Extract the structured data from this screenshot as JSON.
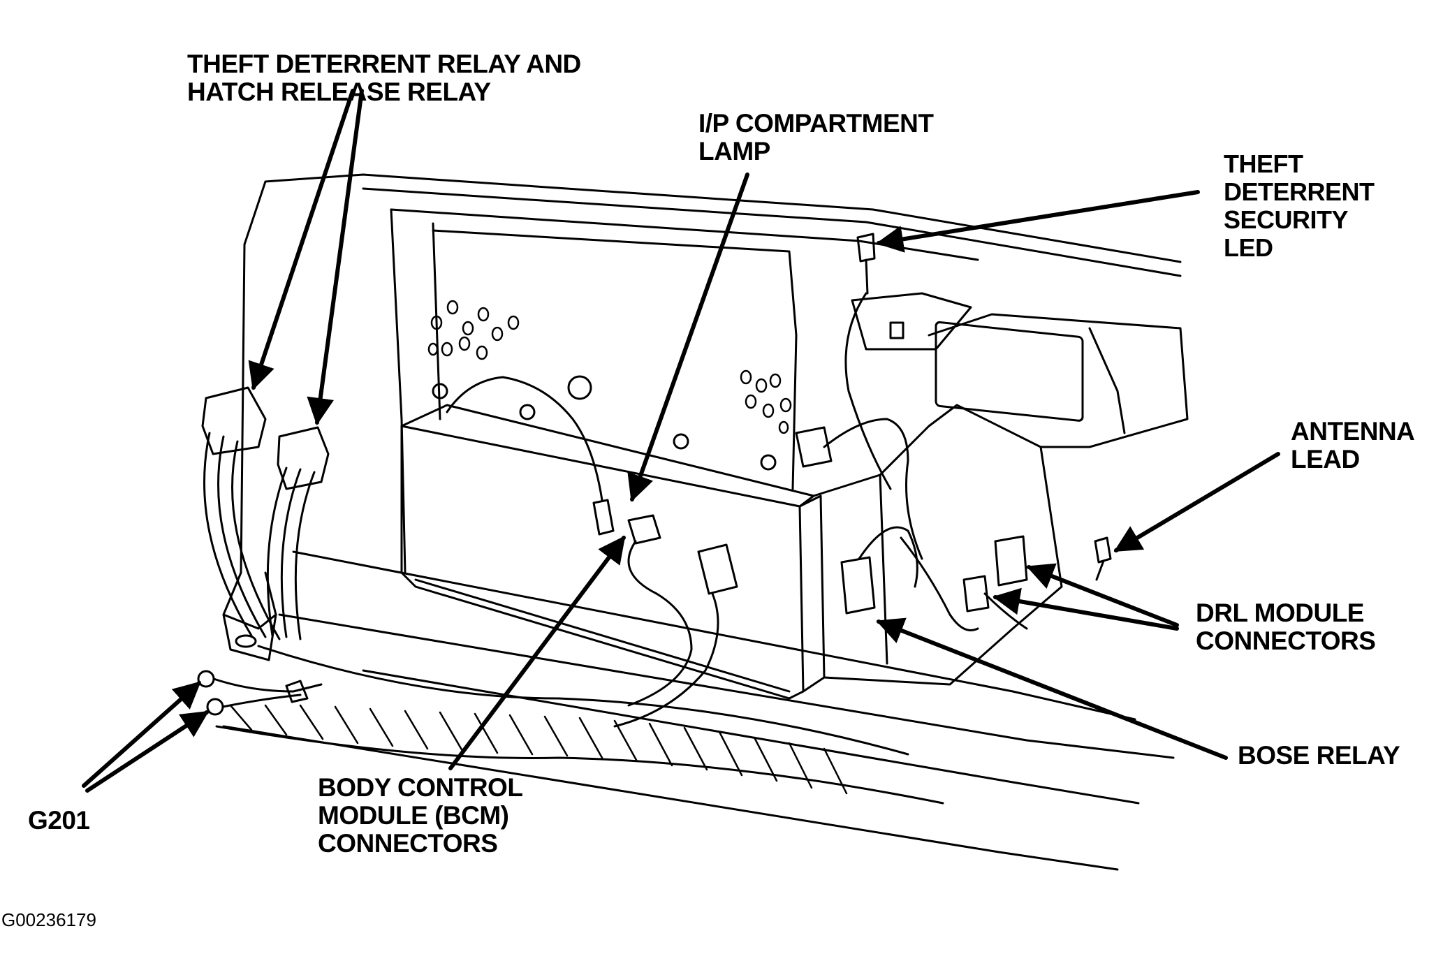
{
  "labels": {
    "theft_relay": [
      "THEFT DETERRENT RELAY AND",
      "HATCH RELEASE RELAY"
    ],
    "ip_lamp": [
      "I/P COMPARTMENT",
      "LAMP"
    ],
    "security_led": [
      "THEFT",
      "DETERRENT",
      "SECURITY",
      "LED"
    ],
    "antenna": [
      "ANTENNA",
      "LEAD"
    ],
    "drl": [
      "DRL MODULE",
      "CONNECTORS"
    ],
    "bose": [
      "BOSE RELAY"
    ],
    "bcm": [
      "BODY CONTROL",
      "MODULE (BCM)",
      "CONNECTORS"
    ],
    "ground": [
      "G201"
    ]
  },
  "figure_id": "G00236179",
  "colors": {
    "ink": "#000000",
    "paper": "#ffffff"
  }
}
